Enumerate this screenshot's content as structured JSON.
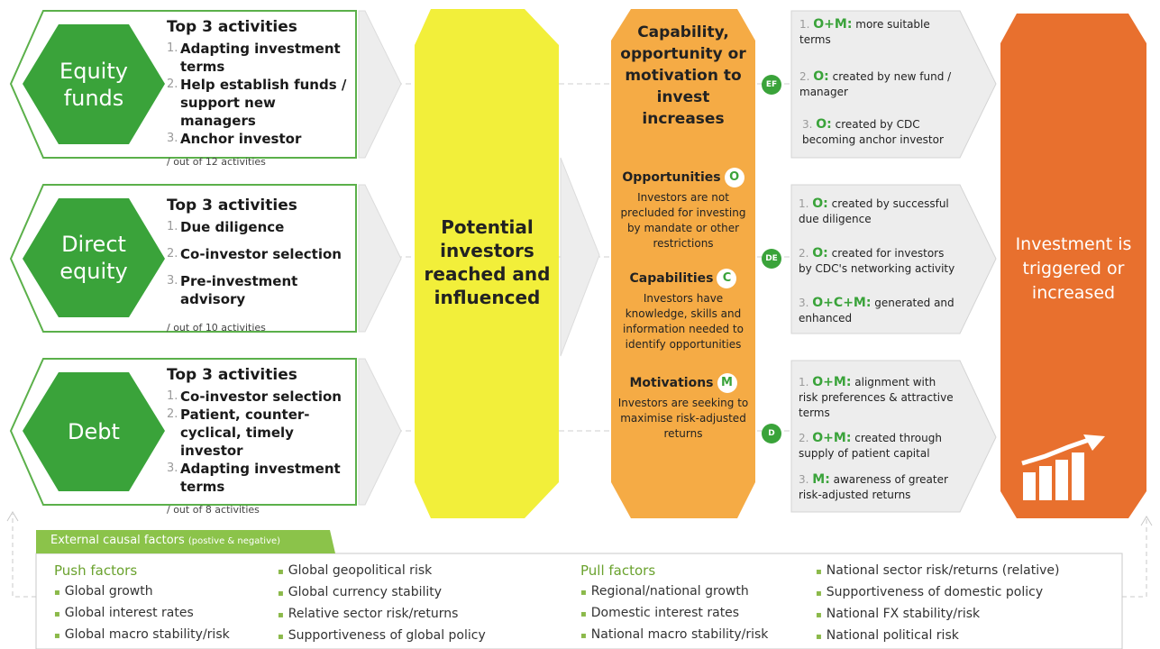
{
  "rows": [
    {
      "name": "Equity funds",
      "title": "Top 3 activities",
      "activities": [
        "Adapting investment terms",
        "Help establish funds / support new managers",
        "Anchor investor"
      ],
      "footnote": "/ out of 12 activities"
    },
    {
      "name": "Direct equity",
      "title": "Top 3 activities",
      "activities": [
        "Due diligence",
        "Co-investor selection",
        "Pre-investment advisory"
      ],
      "footnote": "/ out of 10 activities"
    },
    {
      "name": "Debt",
      "title": "Top 3 activities",
      "activities": [
        "Co-investor selection",
        "Patient, counter-cyclical, timely investor",
        "Adapting investment terms"
      ],
      "footnote": "/ out of 8 activities"
    }
  ],
  "center": {
    "label": "Potential investors reached and influenced"
  },
  "orange": {
    "title": "Capability, opportunity or motivation to invest increases",
    "opportunities": {
      "label": "Opportunities",
      "badge": "O",
      "text": "Investors are not precluded for investing by mandate or other restrictions"
    },
    "capabilities": {
      "label": "Capabilities",
      "badge": "C",
      "text": "Investors have knowledge, skills and information needed to identify opportunities"
    },
    "motivations": {
      "label": "Motivations",
      "badge": "M",
      "text": "Investors are seeking to maximise risk-adjusted returns"
    }
  },
  "circles": [
    "EF",
    "DE",
    "D"
  ],
  "chevrons": [
    [
      {
        "n": "1.",
        "code": "O+M:",
        "text": " more suitable terms"
      },
      {
        "n": "2.",
        "code": "O:",
        "text": " created by new fund / manager"
      },
      {
        "n": "3.",
        "code": "O:",
        "text": " created by CDC becoming anchor investor"
      }
    ],
    [
      {
        "n": "1.",
        "code": "O:",
        "text": " created by successful due diligence"
      },
      {
        "n": "2.",
        "code": "O:",
        "text": " created for investors by CDC's networking activity"
      },
      {
        "n": "3.",
        "code": "O+C+M:",
        "text": " generated and enhanced"
      }
    ],
    [
      {
        "n": "1.",
        "code": "O+M:",
        "text": " alignment with risk preferences & attractive terms"
      },
      {
        "n": "2.",
        "code": "O+M:",
        "text": " created through supply of patient capital"
      },
      {
        "n": "3.",
        "code": "M:",
        "text": " awareness of greater risk-adjusted returns"
      }
    ]
  ],
  "outcome": {
    "label": "Investment is triggered or increased",
    "icon": "growth-chart-icon"
  },
  "external": {
    "tab": "External causal factors",
    "tab_note": "(postive & negative)",
    "push_label": "Push factors",
    "pull_label": "Pull factors",
    "col1": [
      "Global growth",
      "Global interest rates",
      "Global macro stability/risk"
    ],
    "col2": [
      "Global geopolitical risk",
      "Global currency stability",
      "Relative sector risk/returns",
      "Supportiveness of global policy"
    ],
    "col3": [
      "Regional/national growth",
      "Domestic interest rates",
      "National macro stability/risk"
    ],
    "col4": [
      "National sector risk/returns (relative)",
      "Supportiveness of domestic policy",
      "National FX stability/risk",
      "National political risk"
    ]
  },
  "colors": {
    "green": "#3aa33a",
    "yellow": "#f2ef3a",
    "orange_light": "#f5ab45",
    "orange_dark": "#e8702e",
    "gray": "#e8e8e8"
  }
}
